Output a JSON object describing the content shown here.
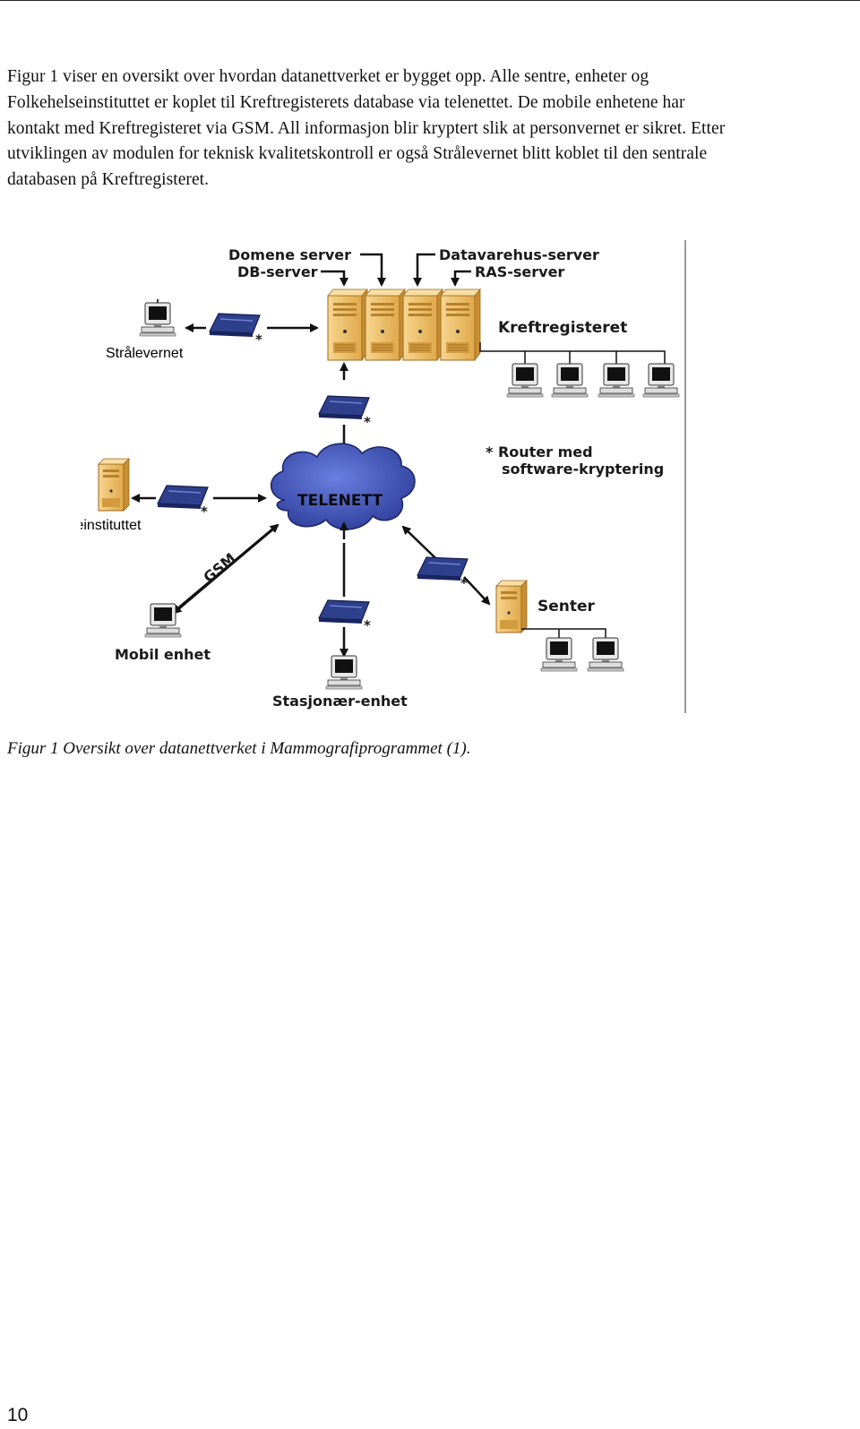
{
  "paragraph": {
    "lines": [
      "Figur 1 viser en oversikt over hvordan datanettverket er bygget opp. Alle sentre, enheter og",
      "Folkehelseinstituttet er koplet til Kreftregisterets database via telenettet. De mobile enhetene har",
      "kontakt med Kreftregisteret via GSM. All informasjon blir kryptert slik at personvernet er sikret. Etter",
      "utviklingen av modulen for teknisk kvalitetskontroll er også Strålevernet blitt koblet til den sentrale",
      "databasen på Kreftregisteret."
    ]
  },
  "diagram": {
    "labels": {
      "domene_server": "Domene server",
      "db_server": "DB-server",
      "datavarehus_server": "Datavarehus-server",
      "ras_server": "RAS-server",
      "kreftregisteret": "Kreftregisteret",
      "stralevernet": "Strålevernet",
      "folkehelseinstituttet": "Folkehelseinstituttet",
      "telenett": "TELENETT",
      "gsm": "GSM",
      "mobil_enhet": "Mobil enhet",
      "stasjonaer_enhet": "Stasjonær-enhet",
      "senter": "Senter",
      "router_note_line1": "* Router med",
      "router_note_line2": "software-kryptering",
      "router_marker": "*"
    },
    "colors": {
      "server": "#f3c46a",
      "router": "#2e3f8c",
      "cloud": "#3b4fb0",
      "arrow": "#111111"
    }
  },
  "caption": "Figur 1 Oversikt over datanettverket i Mammografiprogrammet (1).",
  "page_number": "10"
}
